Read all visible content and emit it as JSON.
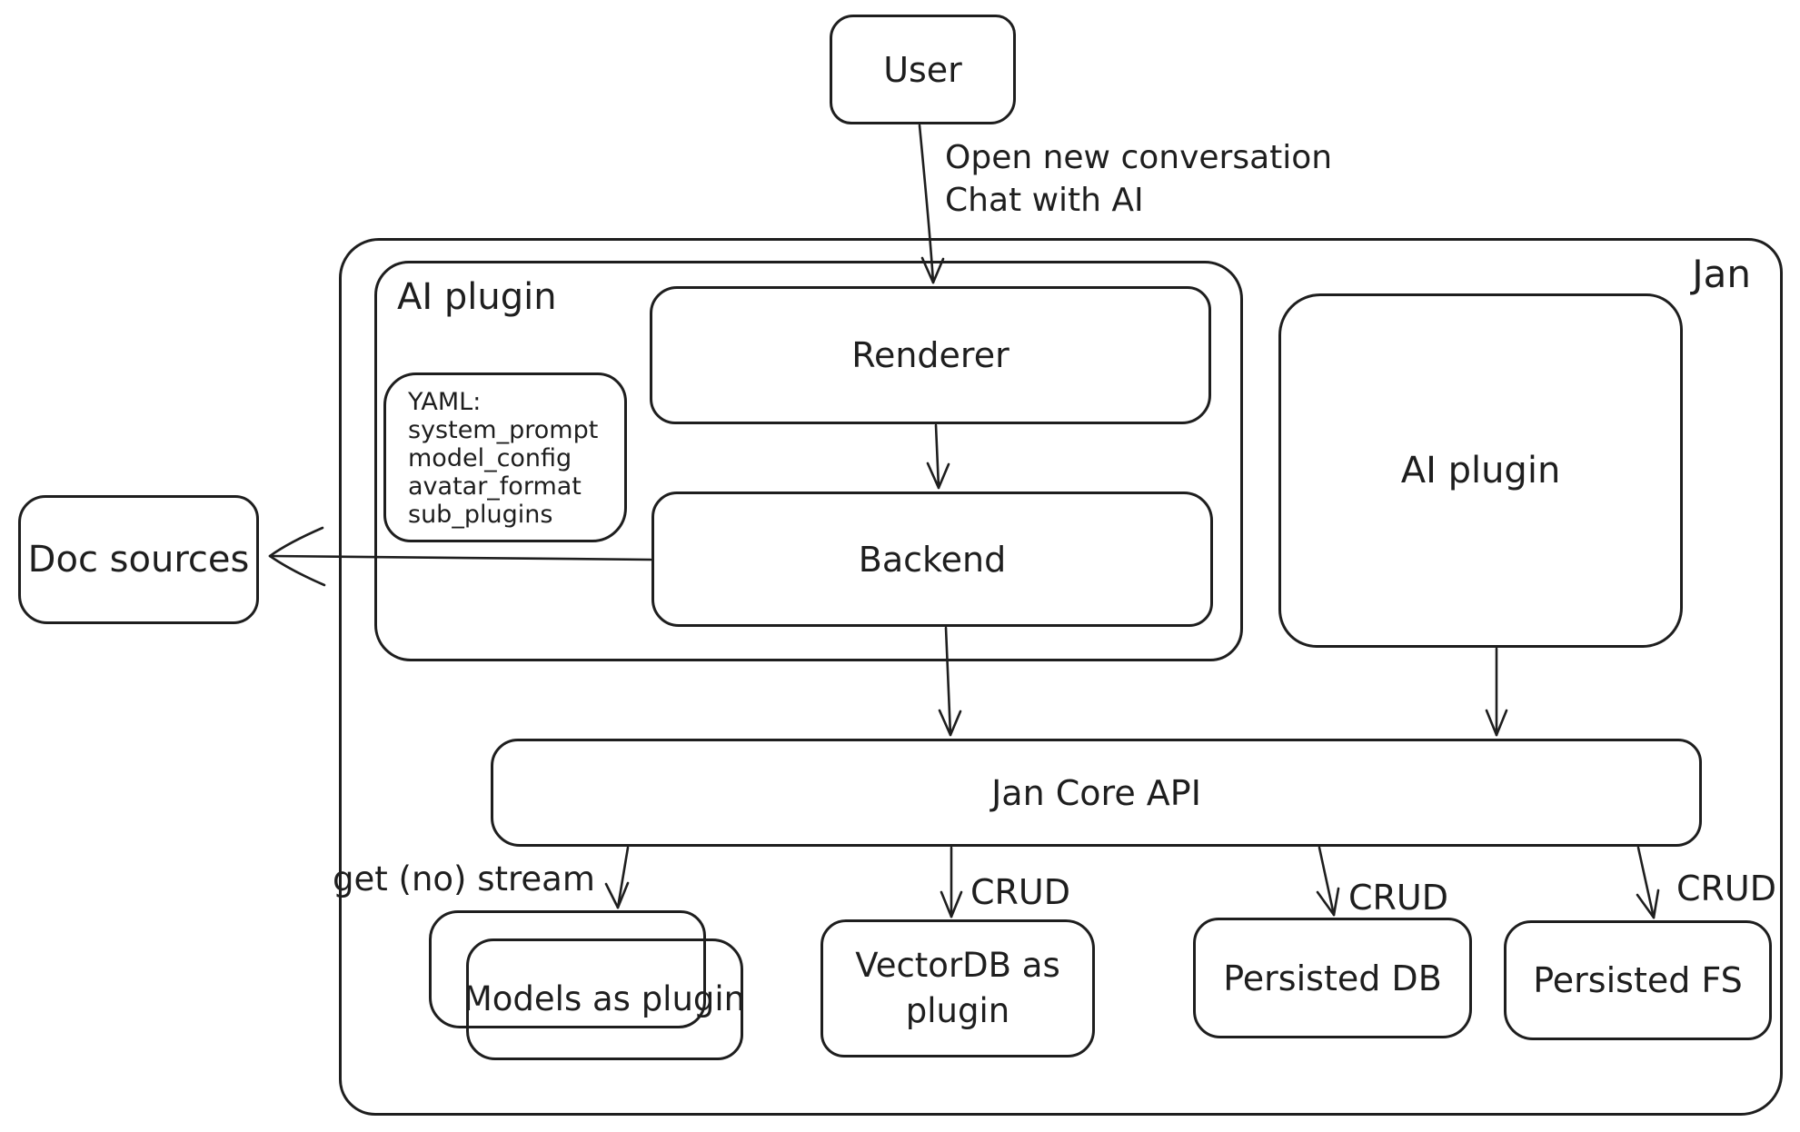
{
  "colors": {
    "stroke": "#1e1e1e",
    "background": "#ffffff"
  },
  "nodes": {
    "user": {
      "label": "User"
    },
    "jan_container": {
      "label": "Jan"
    },
    "ai_plugin_left": {
      "label": "AI plugin"
    },
    "yaml_note": {
      "lines": [
        "YAML:",
        "system_prompt",
        "model_config",
        "avatar_format",
        "sub_plugins"
      ]
    },
    "renderer": {
      "label": "Renderer"
    },
    "backend": {
      "label": "Backend"
    },
    "ai_plugin_right": {
      "label": "AI plugin"
    },
    "doc_sources": {
      "label": "Doc sources"
    },
    "jan_core_api": {
      "label": "Jan Core API"
    },
    "models_as_plugin": {
      "label": "Models as plugin"
    },
    "vectordb_as_plugin": {
      "label": "VectorDB as plugin"
    },
    "persisted_db": {
      "label": "Persisted DB"
    },
    "persisted_fs": {
      "label": "Persisted FS"
    }
  },
  "edges": {
    "user_to_renderer": {
      "label_line1": "Open new conversation",
      "label_line2": "Chat with AI"
    },
    "core_to_models": {
      "label": "get (no) stream"
    },
    "core_to_vectordb": {
      "label": "CRUD"
    },
    "core_to_persisted_db": {
      "label": "CRUD"
    },
    "core_to_persisted_fs": {
      "label": "CRUD"
    }
  }
}
